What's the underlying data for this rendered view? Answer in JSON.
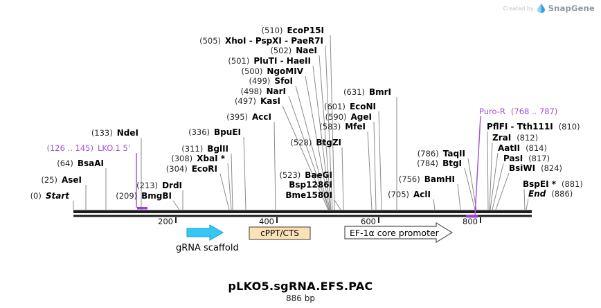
{
  "header": {
    "created_by": "Created by",
    "brand": "SnapGene"
  },
  "title": {
    "name": "pLKO5.sgRNA.EFS.PAC",
    "length": "886 bp"
  },
  "axis": {
    "ticks": [
      "200",
      "400",
      "600",
      "800"
    ]
  },
  "features": {
    "lko1": {
      "pos": "(126 .. 145)",
      "name": "LKO.1 5'"
    },
    "puro": {
      "name": "Puro-R",
      "pos": "(768 .. 787)"
    },
    "grna": {
      "label": "gRNA scaffold"
    },
    "cppt": {
      "label": "cPPT/CTS"
    },
    "ef1a": {
      "label": "EF-1α core promoter"
    }
  },
  "colors": {
    "feature_purple": "#a24fd0",
    "grna_cyan": "#35c6f3",
    "cppt_tan": "#fce0b6",
    "backbone_black": "#1c1c1c",
    "connector_gray": "#8a8a8a"
  },
  "sites": [
    {
      "pos": "(0)",
      "name": "Start"
    },
    {
      "pos": "(25)",
      "name": "AseI"
    },
    {
      "pos": "(64)",
      "name": "BsaAI"
    },
    {
      "pos": "(133)",
      "name": "NdeI"
    },
    {
      "pos": "(209)",
      "name": "BmgBI"
    },
    {
      "pos": "(213)",
      "name": "DrdI"
    },
    {
      "pos": "(304)",
      "name": "EcoRI"
    },
    {
      "pos": "(308)",
      "name": "XbaI *"
    },
    {
      "pos": "(311)",
      "name": "BglII"
    },
    {
      "pos": "(336)",
      "name": "BpuEI"
    },
    {
      "pos": "(395)",
      "name": "AccI"
    },
    {
      "pos": "(497)",
      "name": "KasI"
    },
    {
      "pos": "(498)",
      "name": "NarI"
    },
    {
      "pos": "(499)",
      "name": "SfoI"
    },
    {
      "pos": "(500)",
      "name": "NgoMIV"
    },
    {
      "pos": "(501)",
      "name": "PluTI - HaeII"
    },
    {
      "pos": "(502)",
      "name": "NaeI"
    },
    {
      "pos": "(505)",
      "name": "XhoI - PspXI - PaeR7I"
    },
    {
      "pos": "(510)",
      "name": "EcoP15I"
    },
    {
      "pos": "(523)",
      "name": "BaeGI",
      "name2": "Bsp1286I",
      "name3": "Bme1580I"
    },
    {
      "pos": "(528)",
      "name": "BtgZI"
    },
    {
      "pos": "(583)",
      "name": "MfeI"
    },
    {
      "pos": "(590)",
      "name": "AgeI"
    },
    {
      "pos": "(601)",
      "name": "EcoNI"
    },
    {
      "pos": "(631)",
      "name": "BmrI"
    },
    {
      "pos": "(705)",
      "name": "AclI"
    },
    {
      "pos": "(756)",
      "name": "BamHI"
    },
    {
      "pos": "(784)",
      "name": "BtgI"
    },
    {
      "pos": "(786)",
      "name": "TaqII"
    },
    {
      "name": "PflFI - Tth111I",
      "pos": "(810)"
    },
    {
      "name": "ZraI",
      "pos": "(812)"
    },
    {
      "name": "AatII",
      "pos": "(814)"
    },
    {
      "name": "PasI",
      "pos": "(817)"
    },
    {
      "name": "BsiWI",
      "pos": "(824)"
    },
    {
      "name": "BspEI *",
      "pos": "(881)"
    },
    {
      "name": "End",
      "pos": "(886)"
    }
  ]
}
